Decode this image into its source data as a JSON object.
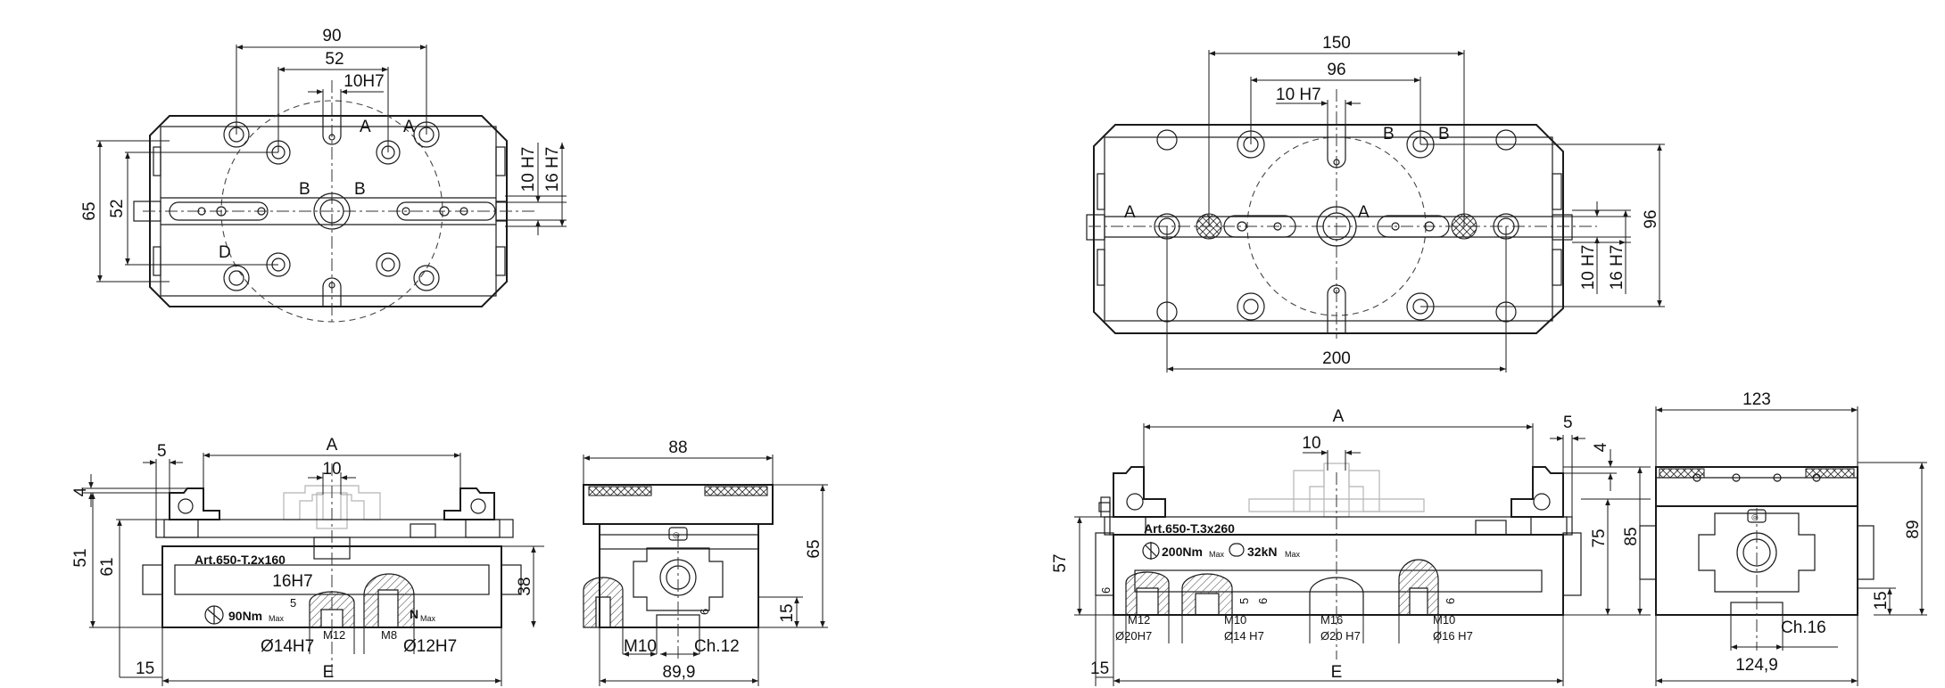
{
  "left_drawings": {
    "top_view": {
      "dim_90": "90",
      "dim_52_top": "52",
      "dim_10h7": "10H7",
      "sec_a1": "A",
      "sec_a2": "A",
      "sec_b1": "B",
      "sec_b2": "B",
      "sec_d": "D",
      "dim_65": "65",
      "dim_52_side": "52",
      "dim_10h7_v": "10 H7",
      "dim_16h7_v": "16 H7"
    },
    "front_view": {
      "dim_5": "5",
      "dim_a": "A",
      "dim_10": "10",
      "dim_4": "4",
      "dim_51": "51",
      "dim_61": "61",
      "dim_38": "38",
      "art": "Art.650-T.2x160",
      "slot": "16H7",
      "torque": "90Nm",
      "max1": "Max",
      "dim_5b": "5",
      "m12": "M12",
      "m8": "M8",
      "kn": "N",
      "max2": "Max",
      "d14": "Ø14H7",
      "d12": "Ø12H7",
      "dim_15": "15",
      "dim_e": "E"
    },
    "side_view": {
      "dim_88": "88",
      "dim_65": "65",
      "dim_6": "6",
      "dim_15": "15",
      "m10": "M10",
      "ch12": "Ch.12",
      "dim_899": "89,9"
    }
  },
  "right_drawings": {
    "top_view": {
      "dim_150": "150",
      "dim_96_top": "96",
      "dim_10h7": "10 H7",
      "sec_b1": "B",
      "sec_b2": "B",
      "sec_a1": "A",
      "sec_a2": "A",
      "dim_96_side": "96",
      "dim_10h7_v": "10 H7",
      "dim_16h7_v": "16 H7",
      "dim_200": "200"
    },
    "front_view": {
      "dim_a": "A",
      "dim_10": "10",
      "dim_5": "5",
      "dim_4": "4",
      "dim_57": "57",
      "dim_75": "75",
      "dim_85": "85",
      "art": "Art.650-T.3x260",
      "torque": "200Nm",
      "max1": "Max",
      "force": "32kN",
      "max2": "Max",
      "dim_6a": "6",
      "dim_5b": "5",
      "dim_6b": "6",
      "dim_6c": "6",
      "m12": "M12",
      "m10a": "M10",
      "m16": "M16",
      "m10b": "M10",
      "d20a": "Ø20H7",
      "d14": "Ø14 H7",
      "d20b": "Ø20 H7",
      "d16": "Ø16 H7",
      "dim_15": "15",
      "dim_e": "E"
    },
    "side_view": {
      "dim_123": "123",
      "dim_89": "89",
      "dim_15": "15",
      "ch16": "Ch.16",
      "dim_1249": "124,9"
    }
  }
}
